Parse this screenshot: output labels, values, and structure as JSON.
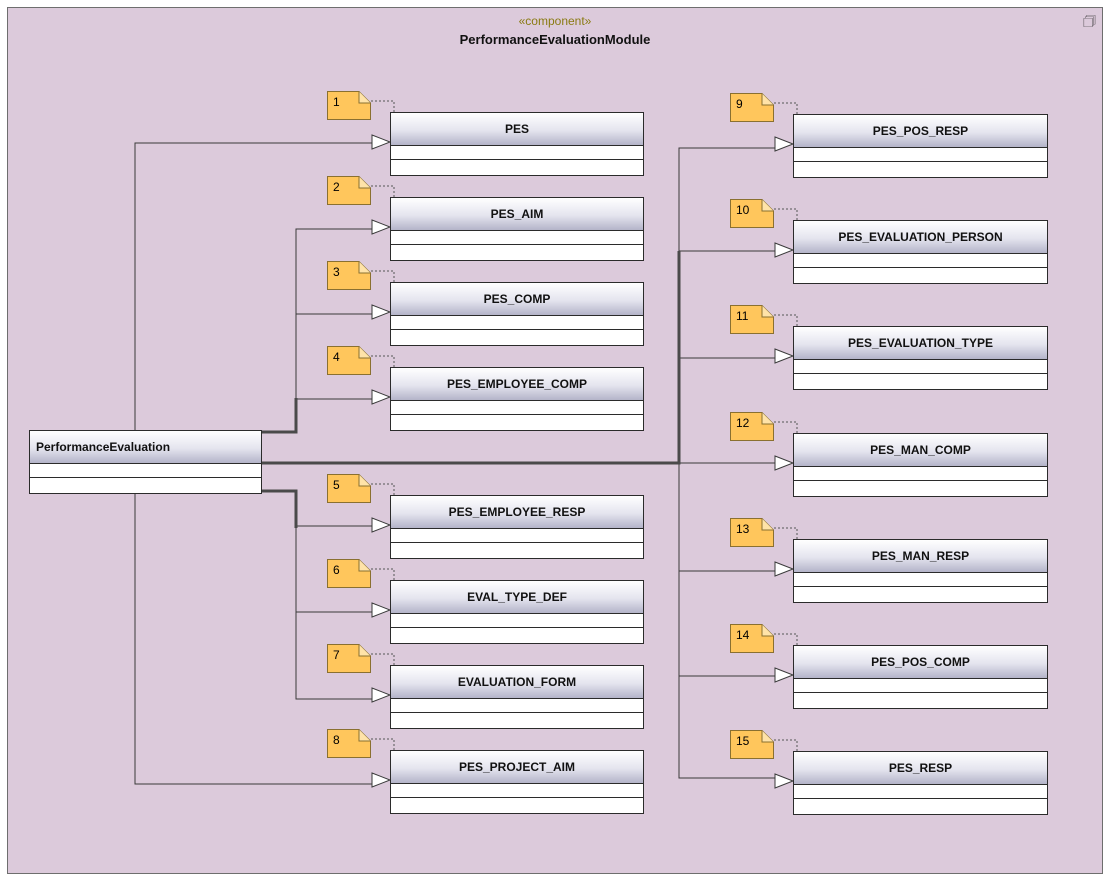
{
  "component": {
    "stereotype": "«component»",
    "name": "PerformanceEvaluationModule",
    "icon": "component-icon"
  },
  "main_class": "PerformanceEvaluation",
  "left_classes": [
    {
      "note": "1",
      "name": "PES"
    },
    {
      "note": "2",
      "name": "PES_AIM"
    },
    {
      "note": "3",
      "name": "PES_COMP"
    },
    {
      "note": "4",
      "name": "PES_EMPLOYEE_COMP"
    },
    {
      "note": "5",
      "name": "PES_EMPLOYEE_RESP"
    },
    {
      "note": "6",
      "name": "EVAL_TYPE_DEF"
    },
    {
      "note": "7",
      "name": "EVALUATION_FORM"
    },
    {
      "note": "8",
      "name": "PES_PROJECT_AIM"
    }
  ],
  "right_classes": [
    {
      "note": "9",
      "name": "PES_POS_RESP"
    },
    {
      "note": "10",
      "name": "PES_EVALUATION_PERSON"
    },
    {
      "note": "11",
      "name": "PES_EVALUATION_TYPE"
    },
    {
      "note": "12",
      "name": "PES_MAN_COMP"
    },
    {
      "note": "13",
      "name": "PES_MAN_RESP"
    },
    {
      "note": "14",
      "name": "PES_POS_COMP"
    },
    {
      "note": "15",
      "name": "PES_RESP"
    }
  ],
  "colors": {
    "background": "#dccadb",
    "note": "#ffc65c",
    "stereotype": "#8a7a12"
  }
}
